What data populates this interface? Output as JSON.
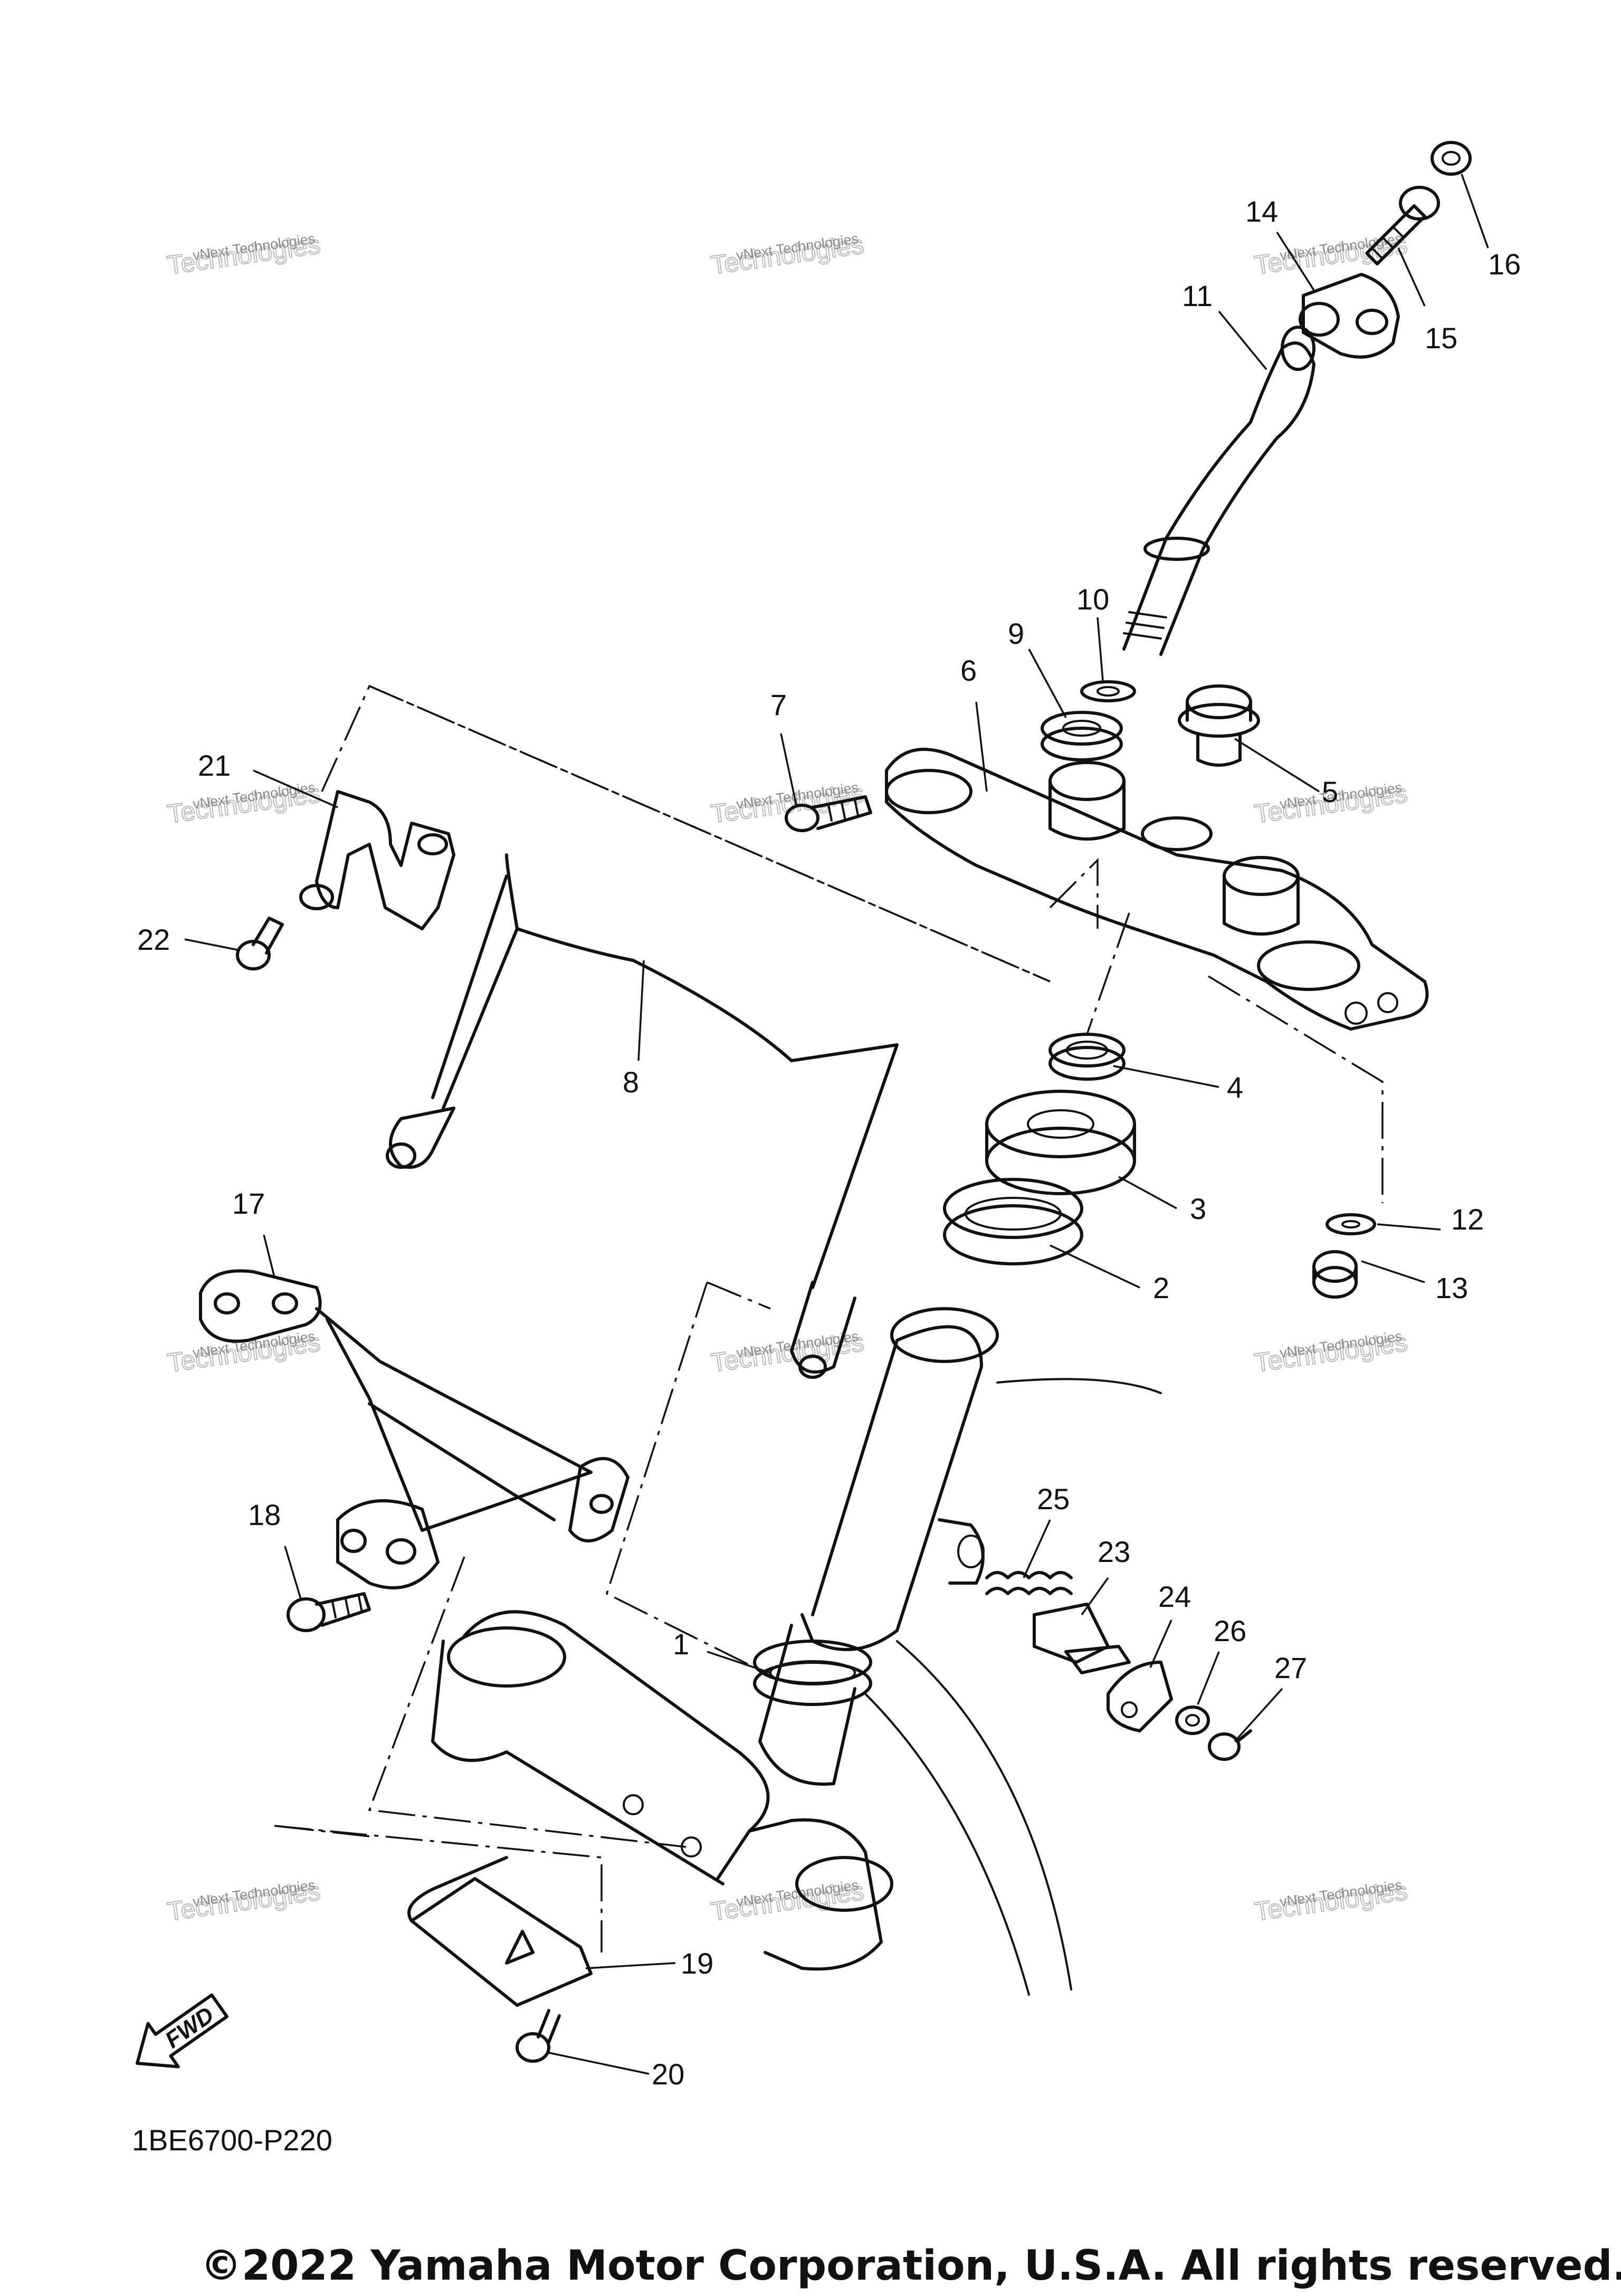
{
  "diagram_code": "1BE6700-P220",
  "fwd_label": "FWD",
  "copyright": "©2022 Yamaha Motor Corporation, U.S.A. All rights reserved.",
  "watermark": {
    "line1": "vNext Technologies",
    "line2": "Technologies"
  },
  "callouts": [
    {
      "id": "1",
      "label": "1"
    },
    {
      "id": "2",
      "label": "2"
    },
    {
      "id": "3",
      "label": "3"
    },
    {
      "id": "4",
      "label": "4"
    },
    {
      "id": "5",
      "label": "5"
    },
    {
      "id": "6",
      "label": "6"
    },
    {
      "id": "7",
      "label": "7"
    },
    {
      "id": "8",
      "label": "8"
    },
    {
      "id": "9",
      "label": "9"
    },
    {
      "id": "10",
      "label": "10"
    },
    {
      "id": "11",
      "label": "11"
    },
    {
      "id": "12",
      "label": "12"
    },
    {
      "id": "13",
      "label": "13"
    },
    {
      "id": "14",
      "label": "14"
    },
    {
      "id": "15",
      "label": "15"
    },
    {
      "id": "16",
      "label": "16"
    },
    {
      "id": "17",
      "label": "17"
    },
    {
      "id": "18",
      "label": "18"
    },
    {
      "id": "19",
      "label": "19"
    },
    {
      "id": "20",
      "label": "20"
    },
    {
      "id": "21",
      "label": "21"
    },
    {
      "id": "22",
      "label": "22"
    },
    {
      "id": "23",
      "label": "23"
    },
    {
      "id": "24",
      "label": "24"
    },
    {
      "id": "25",
      "label": "25"
    },
    {
      "id": "26",
      "label": "26"
    },
    {
      "id": "27",
      "label": "27"
    }
  ]
}
